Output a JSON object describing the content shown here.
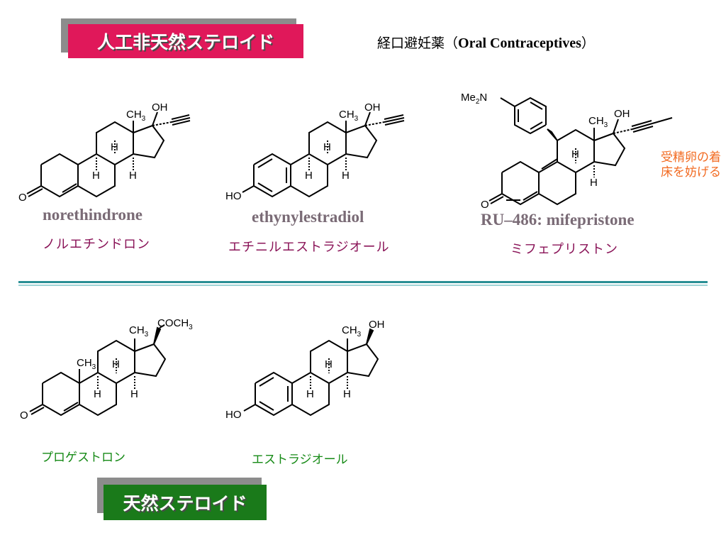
{
  "header": {
    "synthetic_badge": "人工非天然ステロイド",
    "oral_title_ja": "経口避妊薬（",
    "oral_title_en": "Oral Contraceptives",
    "oral_title_close": "）"
  },
  "compounds": [
    {
      "name_en": "norethindrone",
      "name_ja": "ノルエチンドロン"
    },
    {
      "name_en": "ethynylestradiol",
      "name_ja": "エチニルエストラジオール"
    },
    {
      "name_en": "RU–486: mifepristone",
      "name_ja": "ミフェプリストン"
    },
    {
      "name_ja": "プロゲストロン"
    },
    {
      "name_ja": "エストラジオール"
    }
  ],
  "note": "受精卵の着床を妨げる",
  "natural_badge": "天然ステロイド",
  "atom_labels": {
    "oh": "OH",
    "ch3": "CH",
    "sub3": "3",
    "h": "H",
    "o": "O",
    "ho": "HO",
    "coch": "COCH",
    "me": "Me",
    "sub2": "2",
    "n": "N"
  },
  "colors": {
    "synthetic_badge": "#e0185a",
    "natural_badge": "#1a7a1a",
    "badge_shadow": "#8c8c8c",
    "name_en": "#7a6b76",
    "name_ja": "#8a1458",
    "name_ja_natural": "#168a16",
    "note": "#f26b22",
    "divider": "#2a8f95"
  }
}
